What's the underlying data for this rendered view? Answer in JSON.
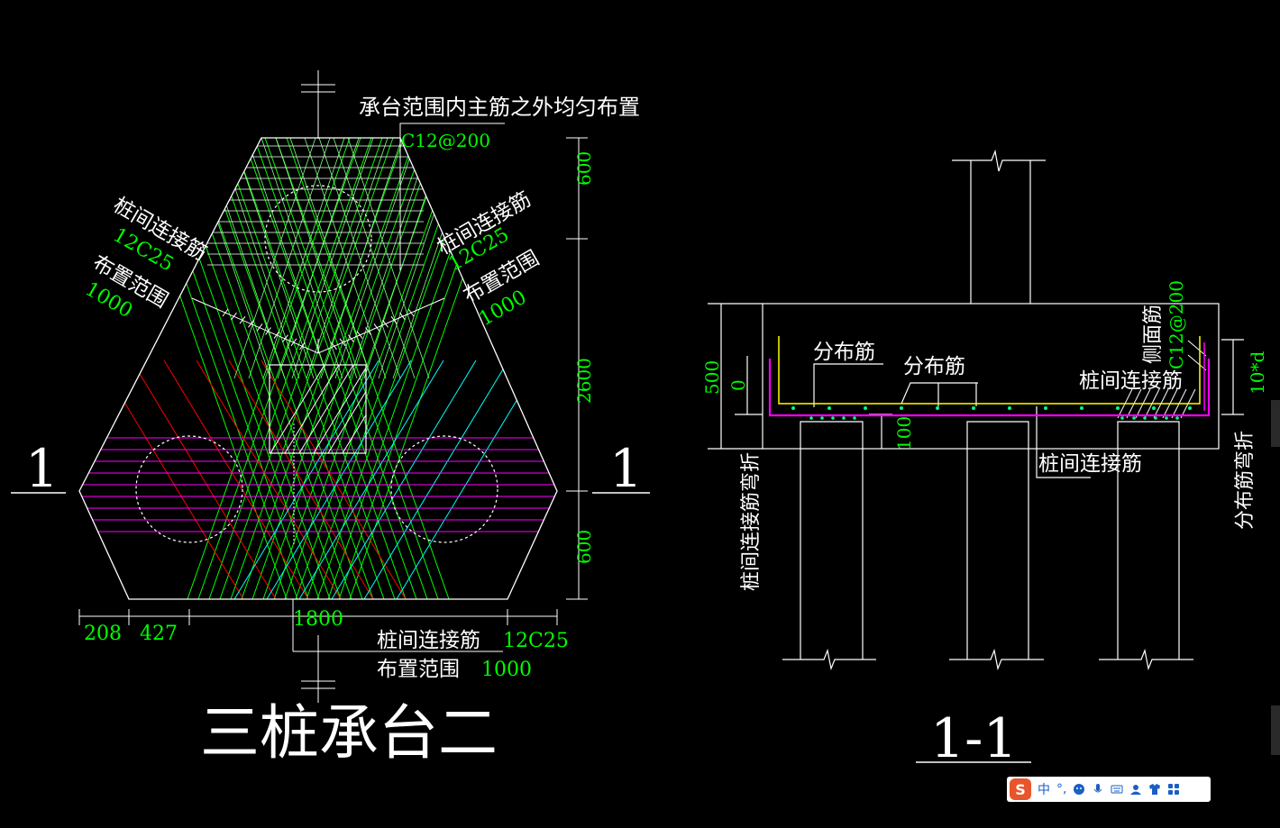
{
  "left_drawing": {
    "title": "三桩承台二",
    "section_mark": "1",
    "note_top": "承台范围内主筋之外均匀布置",
    "note_top_rebar": "C12@200",
    "left_label_1": "桩间连接筋",
    "left_label_1_val": "12C25",
    "left_label_2": "布置范围",
    "left_label_2_val": "1000",
    "right_label_1": "桩间连接筋",
    "right_label_1_val": "12C25",
    "right_label_2": "布置范围",
    "right_label_2_val": "1000",
    "bottom_label_1": "桩间连接筋",
    "bottom_label_1_val": "12C25",
    "bottom_label_2": "布置范围",
    "bottom_label_2_val": "1000",
    "dims_vertical": [
      "600",
      "2600",
      "600"
    ],
    "dims_horizontal": [
      "208",
      "427",
      "1800"
    ]
  },
  "right_drawing": {
    "title": "1-1",
    "label_distribution_1": "分布筋",
    "label_distribution_2": "分布筋",
    "label_side_rebar": "侧面筋",
    "label_side_rebar_val": "C12@200",
    "label_pile_link": "桩间连接筋",
    "label_pile_link_bottom": "桩间连接筋",
    "label_pile_link_bend": "桩间连接筋弯折",
    "label_dist_bend": "分布筋弯折",
    "dim_500": "500",
    "dim_0": "0",
    "dim_100": "100",
    "dim_10d": "10*d"
  },
  "ime_bar": {
    "lang": "中",
    "punct": "°,"
  },
  "colors": {
    "background": "#000000",
    "white": "#ffffff",
    "green": "#00ff00",
    "light_green": "#80ff80",
    "magenta": "#ff00ff",
    "red": "#ff0000",
    "cyan": "#00ffff",
    "yellow": "#ffff00"
  }
}
